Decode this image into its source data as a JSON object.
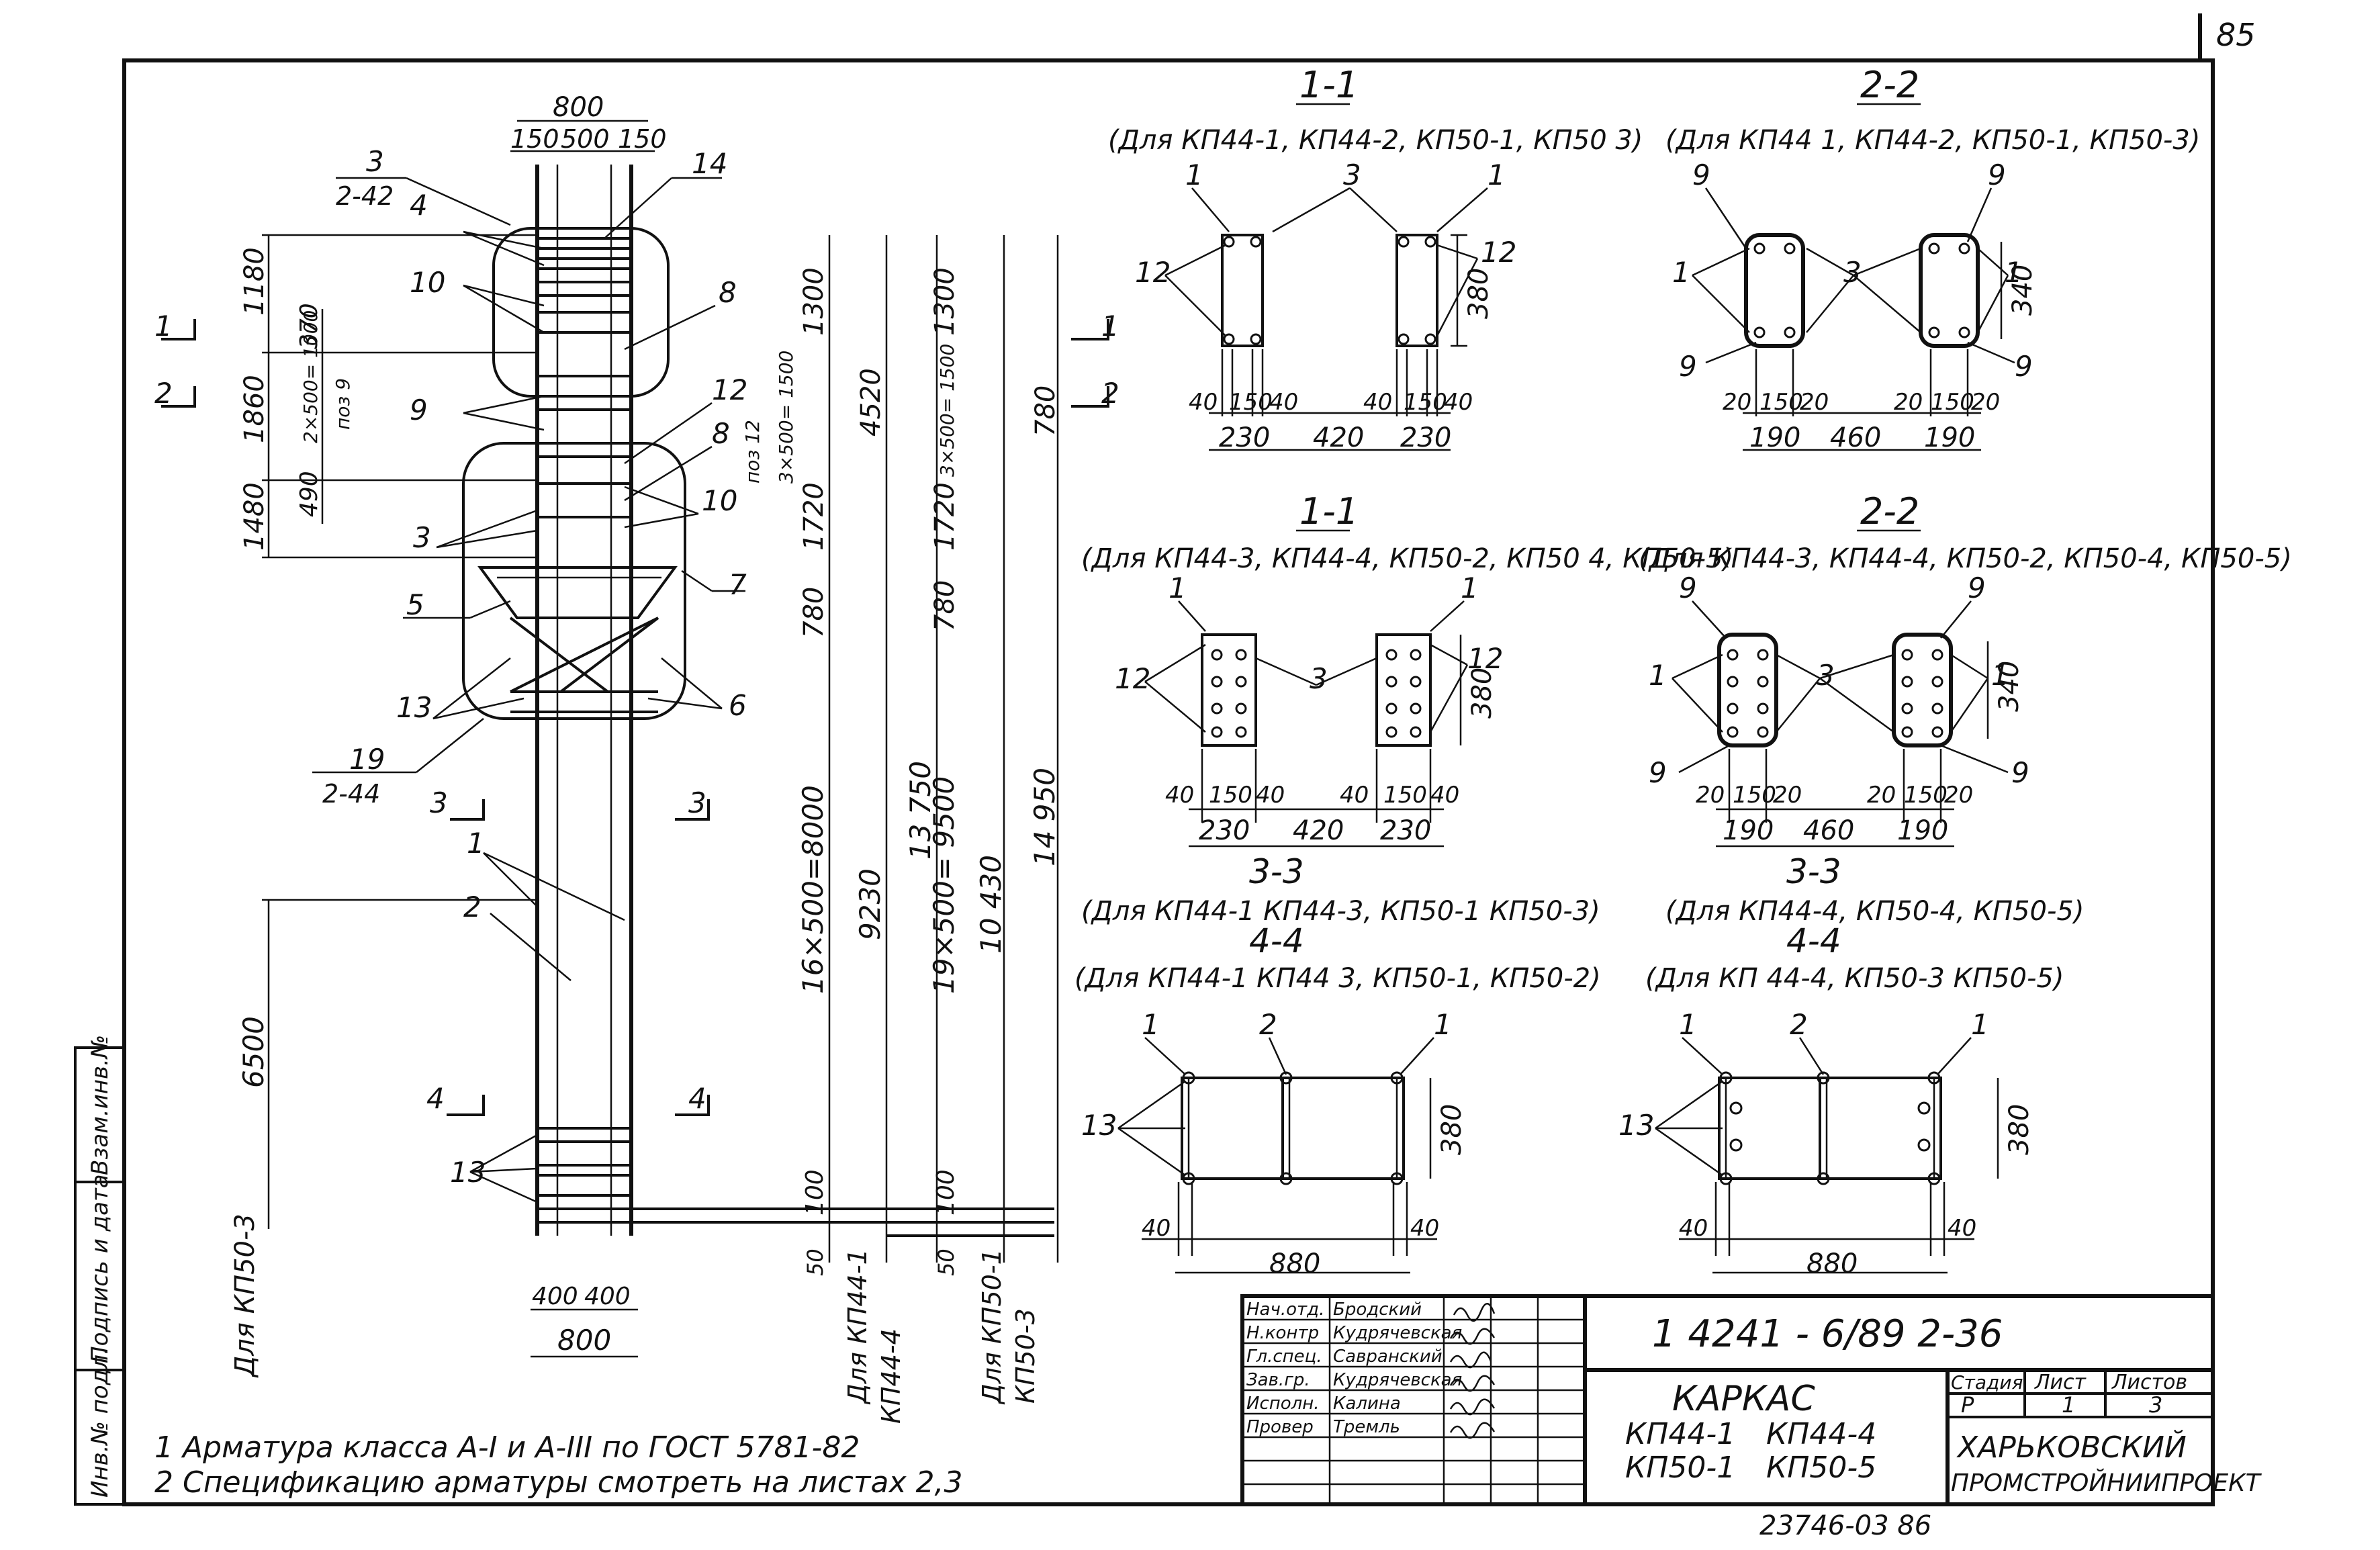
{
  "page": {
    "number": "85",
    "bottom_number": "23746-03  86"
  },
  "title_block": {
    "code": "1 4241 - 6/89 2-36",
    "title": "КАРКАС",
    "items": [
      "КП44-1",
      "КП44-4",
      "КП50-1",
      "КП50-5"
    ],
    "stage_header": "Стадия",
    "sheet_header": "Лист",
    "sheets_header": "Листов",
    "stage": "Р",
    "sheet": "1",
    "sheets": "3",
    "org_line1": "ХАРЬКОВСКИЙ",
    "org_line2": "ПРОМСТРОЙНИИПРОЕКТ",
    "staff": [
      {
        "role": "Нач.отд.",
        "name": "Бродский"
      },
      {
        "role": "Н.контр",
        "name": "Кудрячевская"
      },
      {
        "role": "Гл.спец.",
        "name": "Савранский"
      },
      {
        "role": "Зав.гр.",
        "name": "Кудрячевская"
      },
      {
        "role": "Исполн.",
        "name": "Калина"
      },
      {
        "role": "Провер",
        "name": "Тремль"
      }
    ]
  },
  "side_stamp": [
    "Инв.№ подл.",
    "Подпись и дата",
    "Взам.инв.№"
  ],
  "notes": [
    "1 Арматура класса А-I и А-III по ГОСТ 5781-82",
    "2 Спецификацию арматуры смотреть на листах 2,3"
  ],
  "elevation": {
    "top_dims": [
      "800",
      "150",
      "500",
      "150"
    ],
    "bottom_dims": [
      "400",
      "400",
      "800"
    ],
    "left_dims": [
      "1180",
      "370",
      "1860",
      "2×500= 1000",
      "поз 9",
      "490",
      "1480",
      "6500"
    ],
    "right_dims": [
      "1300",
      "3×500= 1500",
      "поз 12",
      "1720",
      "780",
      "16×500=8000",
      "9230",
      "100",
      "50"
    ],
    "far_dims": [
      "4520",
      "1300",
      "3×500= 1500",
      "1720",
      "780",
      "19×500= 9500",
      "10 430",
      "13 750",
      "14 950",
      "100",
      "50"
    ],
    "callouts": [
      "3",
      "2-42",
      "4",
      "14",
      "10",
      "8",
      "9",
      "12",
      "8",
      "10",
      "3",
      "7",
      "5",
      "13",
      "6",
      "19",
      "2-44",
      "1",
      "2",
      "13"
    ],
    "section_marks": [
      "1",
      "2",
      "3",
      "3",
      "4",
      "4"
    ],
    "vertical_labels": [
      "Для КП50-3",
      "Для КП44-1",
      "КП44-4",
      "Для КП50-1",
      "КП50-3"
    ]
  },
  "sections": [
    {
      "id": "1-1",
      "note": "(Для КП44-1, КП44-2, КП50-1, КП50 3)",
      "dims": [
        "40",
        "150",
        "40",
        "40",
        "150",
        "40",
        "230",
        "420",
        "230",
        "380"
      ],
      "callouts": [
        "1",
        "3",
        "1",
        "12",
        "12"
      ]
    },
    {
      "id": "2-2",
      "note": "(Для КП44 1, КП44-2, КП50-1, КП50-3)",
      "dims": [
        "20",
        "150",
        "20",
        "20",
        "150",
        "20",
        "190",
        "460",
        "190",
        "340"
      ],
      "callouts": [
        "9",
        "9",
        "1",
        "3",
        "1",
        "9",
        "9"
      ]
    },
    {
      "id": "1-1",
      "note": "(Для КП44-3, КП44-4, КП50-2, КП50 4, КП50-5)",
      "dims": [
        "40",
        "150",
        "40",
        "40",
        "150",
        "40",
        "230",
        "420",
        "230",
        "380"
      ],
      "callouts": [
        "1",
        "1",
        "12",
        "3",
        "12"
      ]
    },
    {
      "id": "2-2",
      "note": "(Для КП44-3, КП44-4, КП50-2, КП50-4, КП50-5)",
      "dims": [
        "20",
        "150",
        "20",
        "20",
        "150",
        "20",
        "190",
        "460",
        "190",
        "340"
      ],
      "callouts": [
        "9",
        "9",
        "1",
        "3",
        "1",
        "9",
        "9"
      ]
    },
    {
      "id": "3-3",
      "note": "(Для КП44-1  КП44-3, КП50-1  КП50-3)",
      "id2": "4-4",
      "note2": "(Для КП44-1  КП44 3, КП50-1, КП50-2)",
      "dims": [
        "40",
        "880",
        "40",
        "380"
      ],
      "callouts": [
        "1",
        "2",
        "1",
        "13"
      ]
    },
    {
      "id": "3-3",
      "note": "(Для КП44-4, КП50-4, КП50-5)",
      "id2": "4-4",
      "note2": "(Для КП 44-4, КП50-3  КП50-5)",
      "dims": [
        "40",
        "880",
        "40",
        "380"
      ],
      "callouts": [
        "1",
        "2",
        "1",
        "13"
      ]
    }
  ]
}
